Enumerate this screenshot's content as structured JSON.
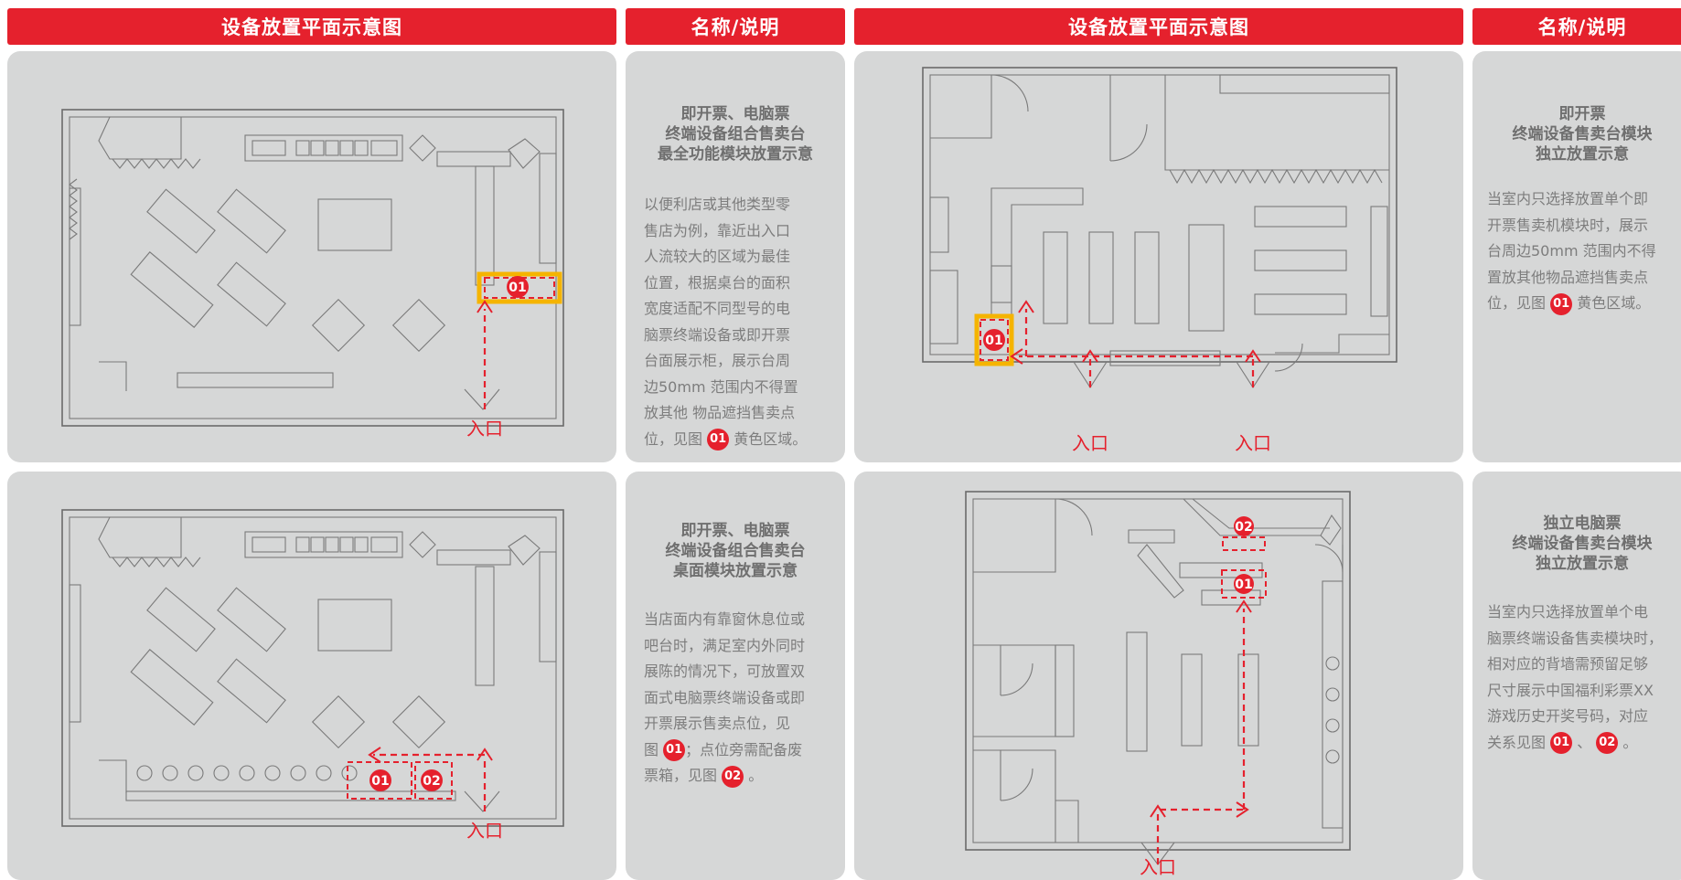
{
  "headers": {
    "layout_left": "设备放置平面示意图",
    "name_left": "名称/说明",
    "layout_right": "设备放置平面示意图",
    "name_right": "名称/说明"
  },
  "diagrams": {
    "entrance": "入口",
    "badge_01": "01",
    "badge_02": "02"
  },
  "descriptions": {
    "top_left": {
      "title": [
        "即开票、电脑票",
        "终端设备组合售卖台",
        "最全功能模块放置示意"
      ],
      "body": [
        "以便利店或其他类型零",
        "售店为例，靠近出入口",
        "人流较大的区域为最佳",
        "位置，根据桌台的面积",
        "宽度适配不同型号的电",
        "脑票终端设备或即开票",
        "台面展示柜，展示台周",
        "边50mm 范围内不得置",
        "放其他 物品遮挡售卖点"
      ],
      "last_prefix": "位，见图",
      "last_suffix": "黄色区域。"
    },
    "bottom_left": {
      "title": [
        "即开票、电脑票",
        "终端设备组合售卖台",
        "桌面模块放置示意"
      ],
      "body": [
        "当店面内有靠窗休息位或",
        "吧台时，满足室内外同时",
        "展陈的情况下，可放置双",
        "面式电脑票终端设备或即",
        "开票展示售卖点位，见"
      ],
      "l6_prefix": "图",
      "l6_mid": "；点位旁需配备废",
      "l7_prefix": "票箱，见图",
      "l7_suffix": "。"
    },
    "top_right": {
      "title": [
        "即开票",
        "终端设备售卖台模块",
        "独立放置示意"
      ],
      "body": [
        "当室内只选择放置单个即",
        "开票售卖机模块时，展示",
        "台周边50mm 范围内不得",
        "置放其他物品遮挡售卖点"
      ],
      "last_prefix": "位，见图",
      "last_suffix": "黄色区域。"
    },
    "bottom_right": {
      "title": [
        "独立电脑票",
        "终端设备售卖台模块",
        "独立放置示意"
      ],
      "body": [
        "当室内只选择放置单个电",
        "脑票终端设备售卖模块时，",
        "相对应的背墙需预留足够",
        "尺寸展示中国福利彩票XX",
        "游戏历史开奖号码，对应"
      ],
      "last_prefix": "关系见图",
      "last_mid": "、",
      "last_suffix": "。"
    }
  }
}
